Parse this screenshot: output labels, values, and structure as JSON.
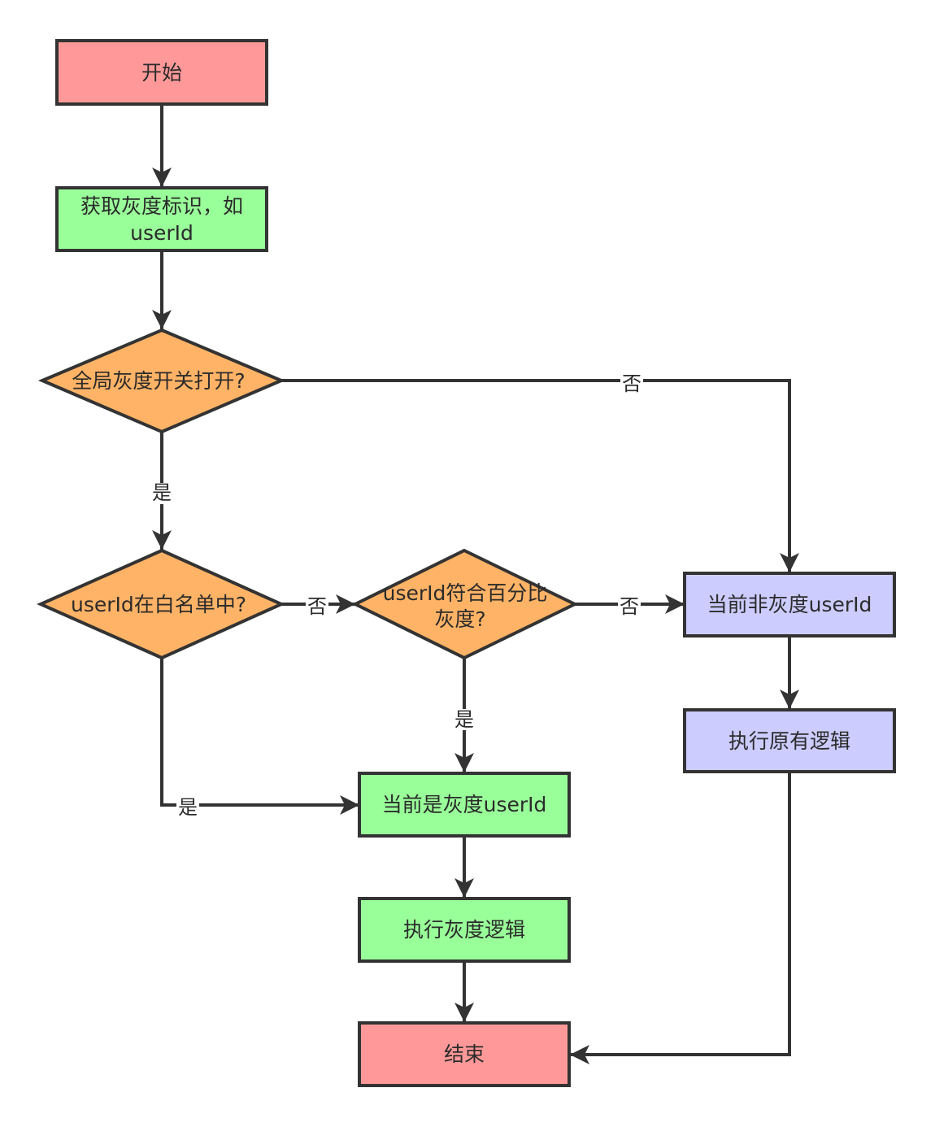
{
  "colors": {
    "terminal": "#ff9999",
    "process_green": "#99ff99",
    "decision": "#ffb366",
    "process_blue": "#ccccff",
    "stroke": "#333333",
    "text": "#2b2b2b"
  },
  "nodes": {
    "start": {
      "label": "开始"
    },
    "get_id": {
      "lines": [
        "获取灰度标识，如",
        "userId"
      ]
    },
    "global_switch": {
      "label": "全局灰度开关打开?"
    },
    "in_whitelist": {
      "label": "userId在白名单中?"
    },
    "match_percent": {
      "lines": [
        "userId符合百分比",
        "灰度?"
      ]
    },
    "non_gray": {
      "label": "当前非灰度userId"
    },
    "exec_original": {
      "label": "执行原有逻辑"
    },
    "is_gray": {
      "label": "当前是灰度userId"
    },
    "exec_gray": {
      "label": "执行灰度逻辑"
    },
    "end": {
      "label": "结束"
    }
  },
  "edge_labels": {
    "switch_no": "否",
    "switch_yes": "是",
    "whitelist_no": "否",
    "whitelist_yes": "是",
    "percent_no": "否",
    "percent_yes": "是"
  }
}
